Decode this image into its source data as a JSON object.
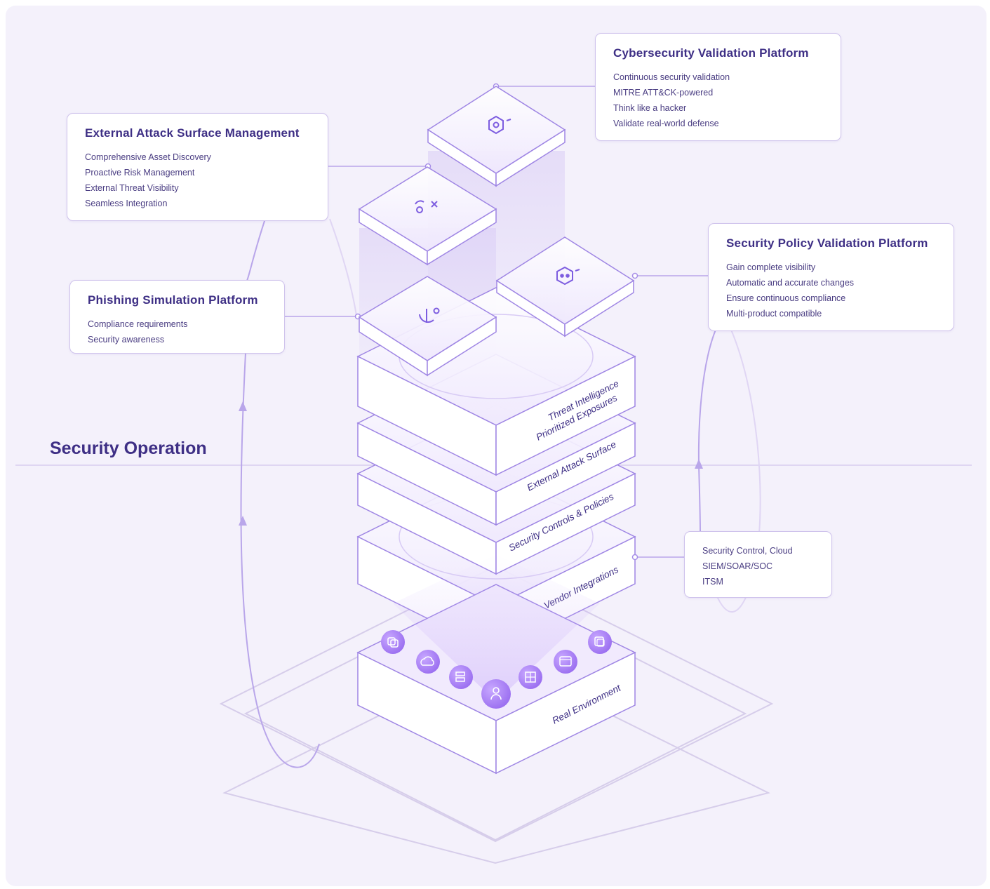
{
  "section_title": "Security Operation",
  "cards": {
    "cybersecurity_validation": {
      "title": "Cybersecurity Validation Platform",
      "items": [
        "Continuous security validation",
        "MITRE ATT&CK-powered",
        "Think like a hacker",
        "Validate real-world defense"
      ]
    },
    "external_attack_surface": {
      "title": "External Attack Surface Management",
      "items": [
        "Comprehensive Asset Discovery",
        "Proactive Risk Management",
        "External Threat Visibility",
        "Seamless Integration"
      ]
    },
    "security_policy_validation": {
      "title": "Security Policy Validation Platform",
      "items": [
        "Gain complete visibility",
        "Automatic and accurate changes",
        "Ensure continuous compliance",
        "Multi-product compatible"
      ]
    },
    "phishing_simulation": {
      "title": "Phishing Simulation Platform",
      "items": [
        "Compliance requirements",
        "Security awareness"
      ]
    },
    "vendor_targets": {
      "items": [
        "Security Control, Cloud",
        "SIEM/SOAR/SOC",
        "ITSM"
      ]
    }
  },
  "layers": {
    "threat_intelligence_line1": "Threat Intelligence",
    "threat_intelligence_line2": "Prioritized Exposures",
    "external_attack_surface": "External Attack Surface",
    "security_controls": "Security Controls & Policies",
    "vendor_integrations": "Vendor Integrations",
    "real_environment": "Real Environment"
  },
  "icons": {
    "cube_validation": "hexagon-target-icon",
    "cube_easm": "discovery-arrows-icon",
    "cube_policy": "hexagon-eye-icon",
    "cube_phishing": "anchor-hook-icon",
    "env_nodes": [
      "shield-copy-icon",
      "cloud-gear-icon",
      "server-lock-icon",
      "user-network-icon",
      "grid-chip-icon",
      "browser-settings-icon",
      "layers-check-icon"
    ]
  },
  "colors": {
    "background": "#f4f1fb",
    "accent": "#3e2f85",
    "line": "#b9a6ea",
    "node": "#a57ff0",
    "card_border": "#cfc3ec"
  }
}
